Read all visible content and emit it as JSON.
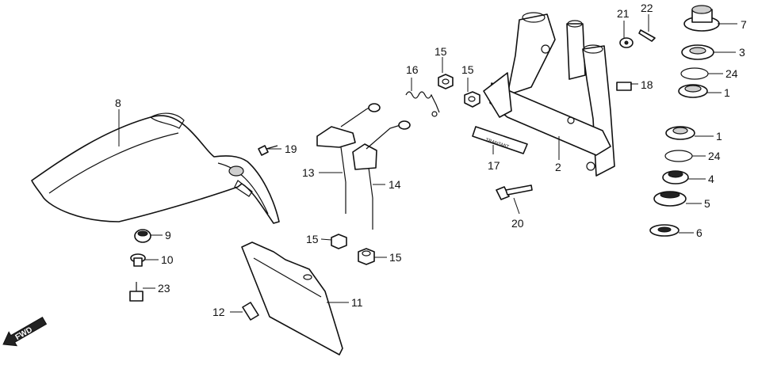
{
  "diagram": {
    "direction_label": "FWD",
    "callouts": {
      "c1a": "1",
      "c1b": "1",
      "c2": "2",
      "c3": "3",
      "c4": "4",
      "c5": "5",
      "c6": "6",
      "c7": "7",
      "c8": "8",
      "c9": "9",
      "c10": "10",
      "c11": "11",
      "c12": "12",
      "c13": "13",
      "c14": "14",
      "c15a": "15",
      "c15b": "15",
      "c15c": "15",
      "c15d": "15",
      "c16": "16",
      "c17": "17",
      "c18": "18",
      "c19": "19",
      "c20": "20",
      "c21": "21",
      "c22": "22",
      "c23": "23",
      "c24a": "24",
      "c24b": "24"
    }
  }
}
